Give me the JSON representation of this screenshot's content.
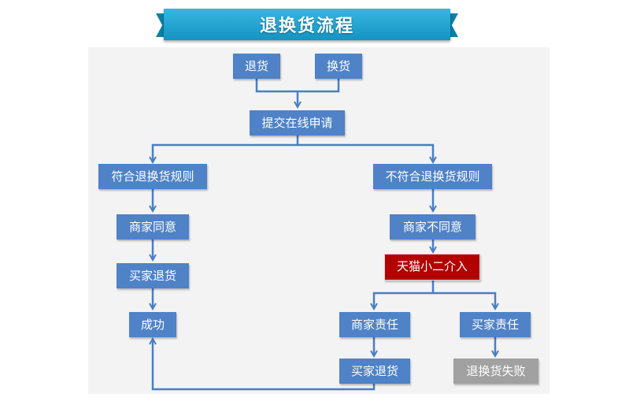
{
  "title": "退换货流程",
  "colors": {
    "banner": "#1593c2",
    "node": "#4f82c7",
    "intervene": "#b30000",
    "failed": "#a1a1a1",
    "connector": "#4a7ec4",
    "panel": "#f3f3f3"
  },
  "nodes": {
    "return": "退货",
    "exchange": "换货",
    "submit": "提交在线申请",
    "meets_rules": "符合退换货规则",
    "not_meets_rules": "不符合退换货规则",
    "merchant_agrees": "商家同意",
    "merchant_disagrees": "商家不同意",
    "buyer_returns_left": "买家退货",
    "tmall_intervenes": "天猫小二介入",
    "success": "成功",
    "merchant_responsible": "商家责任",
    "buyer_responsible": "买家责任",
    "buyer_returns_right": "买家退货",
    "failed": "退换货失败"
  }
}
